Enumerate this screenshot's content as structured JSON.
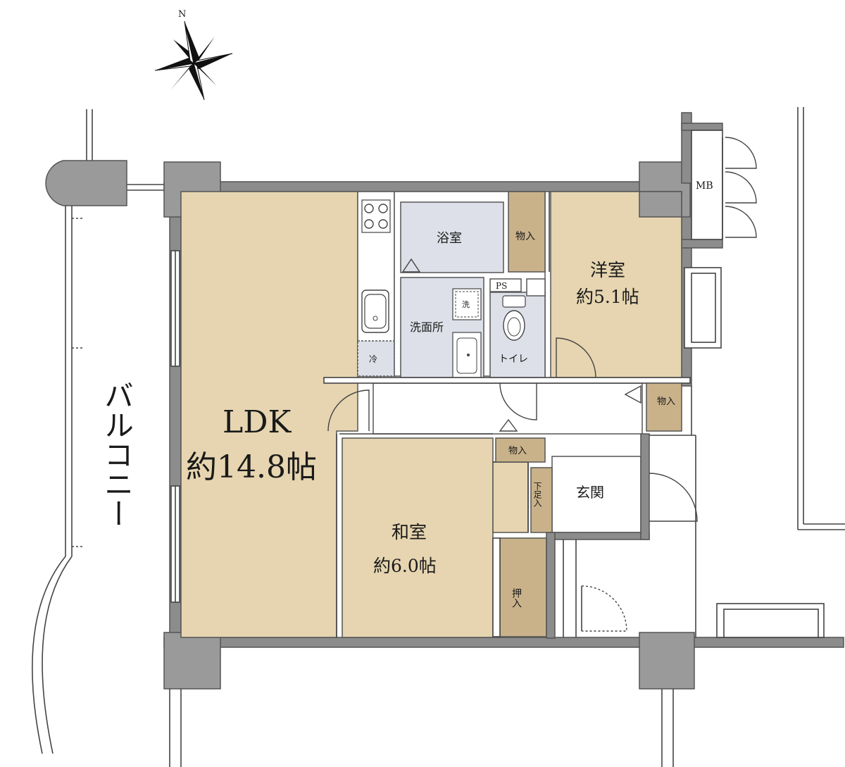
{
  "compass": {
    "north_label": "N"
  },
  "rooms": {
    "ldk": {
      "name": "LDK",
      "size": "約14.8帖"
    },
    "washitsu": {
      "name": "和室",
      "size": "約6.0帖"
    },
    "youshitsu": {
      "name": "洋室",
      "size": "約5.1帖"
    },
    "bath": {
      "name": "浴室"
    },
    "washroom": {
      "name": "洗面所"
    },
    "toilet": {
      "name": "トイレ"
    },
    "entrance": {
      "name": "玄関"
    },
    "balcony": {
      "name": "バルコニー"
    }
  },
  "fixtures": {
    "ps": "PS",
    "mb": "MB",
    "fridge": "冷",
    "washer": "洗"
  },
  "closets": {
    "storage_bath": "物入",
    "storage_hall": "物入",
    "storage_washitsu": "物入",
    "shoe_box": "下足入",
    "oshiire": "押入"
  },
  "colors": {
    "room": "#e6d5b0",
    "wet_area": "#dde0e8",
    "closet": "#c9b28a",
    "wall": "#8c8c8c"
  }
}
